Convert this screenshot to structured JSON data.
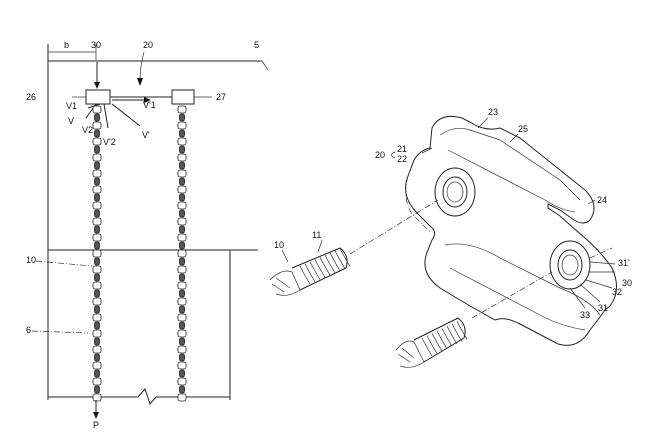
{
  "labels": {
    "b": "b",
    "n30_left": "30",
    "n20_left": "20",
    "n5": "5",
    "n26": "26",
    "n27": "27",
    "v1": "V1",
    "v1p": "V'1",
    "v": "V",
    "v2": "V2",
    "v2p": "V'2",
    "vp": "V'",
    "n10_left": "10",
    "n6": "6",
    "p": "P",
    "n23": "23",
    "n25": "25",
    "n21": "21",
    "n22": "22",
    "n20_right": "20",
    "n24": "24",
    "n11": "11",
    "n10_right": "10",
    "n31p": "31'",
    "n30_right": "30",
    "n32": "32",
    "n31": "31",
    "n33": "33"
  }
}
